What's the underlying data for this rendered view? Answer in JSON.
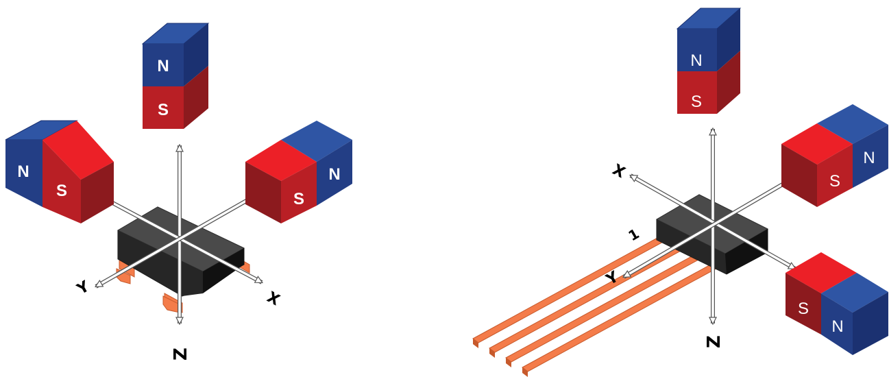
{
  "colors": {
    "north_top": "#2f55a4",
    "north_front": "#233e85",
    "north_side": "#1b3171",
    "south_top": "#ec2027",
    "south_front": "#b91f25",
    "south_side": "#8c1a1e",
    "chip_top": "#4a4a4a",
    "chip_front": "#1f1f1f",
    "chip_side": "#111111",
    "pin": "#f47c4a",
    "pin_dark": "#c75a2c",
    "axis": "#ffffff",
    "axis_stroke": "#555555"
  },
  "left_diagram": {
    "magnets": [
      {
        "name": "top",
        "pole_a": "N",
        "pole_b": "S"
      },
      {
        "name": "left",
        "pole_a": "N",
        "pole_b": "S"
      },
      {
        "name": "right",
        "pole_a": "S",
        "pole_b": "N"
      }
    ],
    "axes": {
      "x": "X",
      "y": "Y",
      "z": "Z"
    }
  },
  "right_diagram": {
    "magnets": [
      {
        "name": "top",
        "pole_a": "N",
        "pole_b": "S"
      },
      {
        "name": "right",
        "pole_a": "S",
        "pole_b": "N"
      },
      {
        "name": "bottom",
        "pole_a": "S",
        "pole_b": "N"
      }
    ],
    "axes": {
      "x": "X",
      "y": "Y",
      "z": "Z"
    },
    "pin_label": "1"
  }
}
